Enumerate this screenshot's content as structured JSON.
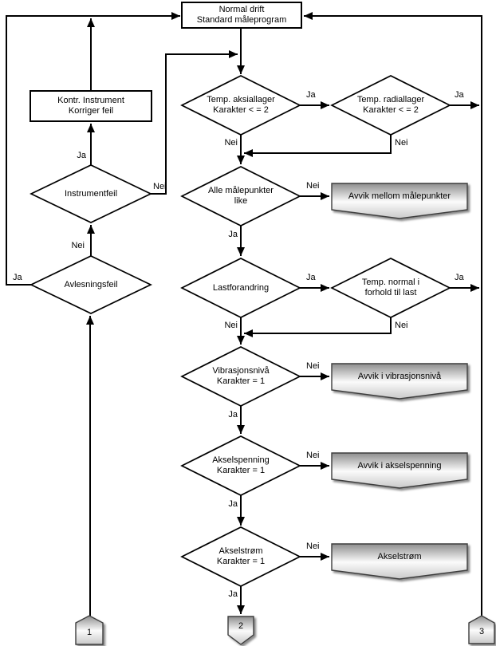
{
  "labels": {
    "yes": "Ja",
    "no": "Nei"
  },
  "nodes": {
    "start": {
      "line1": "Normal drift",
      "line2": "Standard måleprogram"
    },
    "check_instrument": {
      "line1": "Kontr. Instrument",
      "line2": "Korriger feil"
    },
    "instrument_error": {
      "line1": "Instrumentfeil"
    },
    "reading_error": {
      "line1": "Avlesningsfeil"
    },
    "temp_axial": {
      "line1": "Temp. aksiallager",
      "line2": "Karakter < = 2"
    },
    "temp_radial": {
      "line1": "Temp. radiallager",
      "line2": "Karakter < = 2"
    },
    "points_alike": {
      "line1": "Alle målepunkter",
      "line2": "like"
    },
    "load_change": {
      "line1": "Lastforandring"
    },
    "temp_normal_load": {
      "line1": "Temp. normal i",
      "line2": "forhold til last"
    },
    "vibration_level": {
      "line1": "Vibrasjonsnivå",
      "line2": "Karakter = 1"
    },
    "shaft_voltage": {
      "line1": "Akselspenning",
      "line2": "Karakter = 1"
    },
    "shaft_current": {
      "line1": "Akselstrøm",
      "line2": "Karakter = 1"
    },
    "dev_points": {
      "line1": "Avvik mellom målepunkter"
    },
    "dev_vibration": {
      "line1": "Avvik i vibrasjonsnivå"
    },
    "dev_shaft_voltage": {
      "line1": "Avvik i akselspenning"
    },
    "out_shaft_current": {
      "line1": "Akselstrøm"
    },
    "connector_1": {
      "line1": "1"
    },
    "connector_2": {
      "line1": "2"
    },
    "connector_3": {
      "line1": "3"
    }
  },
  "colors": {
    "line": "#000000",
    "shape_fill": "#ffffff",
    "gradient_top": "#8e8e8e",
    "gradient_mid": "#fbfbfb",
    "gradient_bottom": "#c9c9c9"
  }
}
